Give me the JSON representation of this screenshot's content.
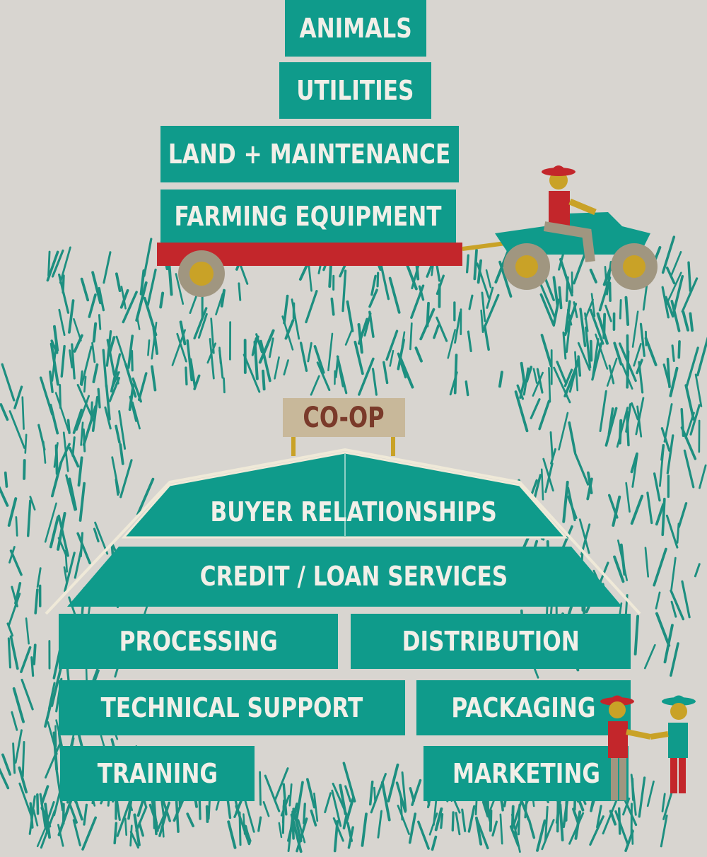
{
  "stack": {
    "animals": "ANIMALS",
    "utilities": "UTILITIES",
    "land": "LAND + MAINTENANCE",
    "equipment": "FARMING EQUIPMENT"
  },
  "coop": {
    "sign": "CO-OP",
    "roof_top": "BUYER RELATIONSHIPS",
    "roof_bottom": "CREDIT / LOAN SERVICES",
    "processing": "PROCESSING",
    "distribution": "DISTRIBUTION",
    "technical_support": "TECHNICAL SUPPORT",
    "packaging": "PACKAGING",
    "training": "TRAINING",
    "marketing": "MARKETING"
  },
  "colors": {
    "teal": "#0f9b8b",
    "red": "#c3262b",
    "sign": "#c8b89a",
    "background": "#d8d5d0"
  }
}
